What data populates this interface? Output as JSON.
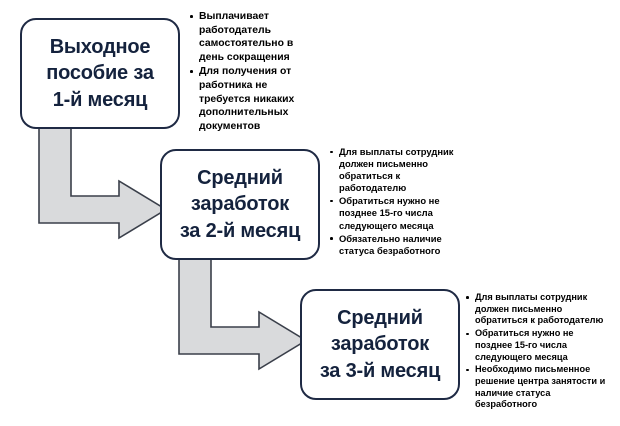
{
  "diagram": {
    "title": "Severance payments by month flowchart",
    "colors": {
      "box_border": "#1f2a44",
      "box_text": "#14223d",
      "box_fill": "#ffffff",
      "arrow_fill": "#d9dadc",
      "arrow_stroke": "#3a3f4a",
      "bullet_text": "#000000",
      "background": "#ffffff"
    },
    "stages": [
      {
        "id": "stage-1",
        "lines": [
          "Выходное",
          "пособие за",
          "1-й месяц"
        ],
        "bullets": [
          "Выплачивает работодатель самостоятельно  в день сокращения",
          "Для получения от работника не требуется никаких дополнительных документов"
        ]
      },
      {
        "id": "stage-2",
        "lines": [
          "Средний",
          "заработок",
          "за 2-й месяц"
        ],
        "bullets": [
          "Для выплаты сотрудник должен письменно обратиться к работодателю",
          "Обратиться нужно не позднее 15-го числа следующего месяца",
          "Обязательно наличие статуса безработного"
        ]
      },
      {
        "id": "stage-3",
        "lines": [
          "Средний",
          "заработок",
          "за 3-й месяц"
        ],
        "bullets": [
          "Для выплаты сотрудник должен письменно обратиться к работодателю",
          "Обратиться нужно не позднее 15-го числа следующего месяца",
          "Необходимо письменное решение центра занятости и наличие статуса безработного"
        ]
      }
    ],
    "connectors": [
      {
        "id": "arrow-1",
        "from": "stage-1",
        "to": "stage-2",
        "shape": "elbow-down-right"
      },
      {
        "id": "arrow-2",
        "from": "stage-2",
        "to": "stage-3",
        "shape": "elbow-down-right"
      }
    ]
  }
}
